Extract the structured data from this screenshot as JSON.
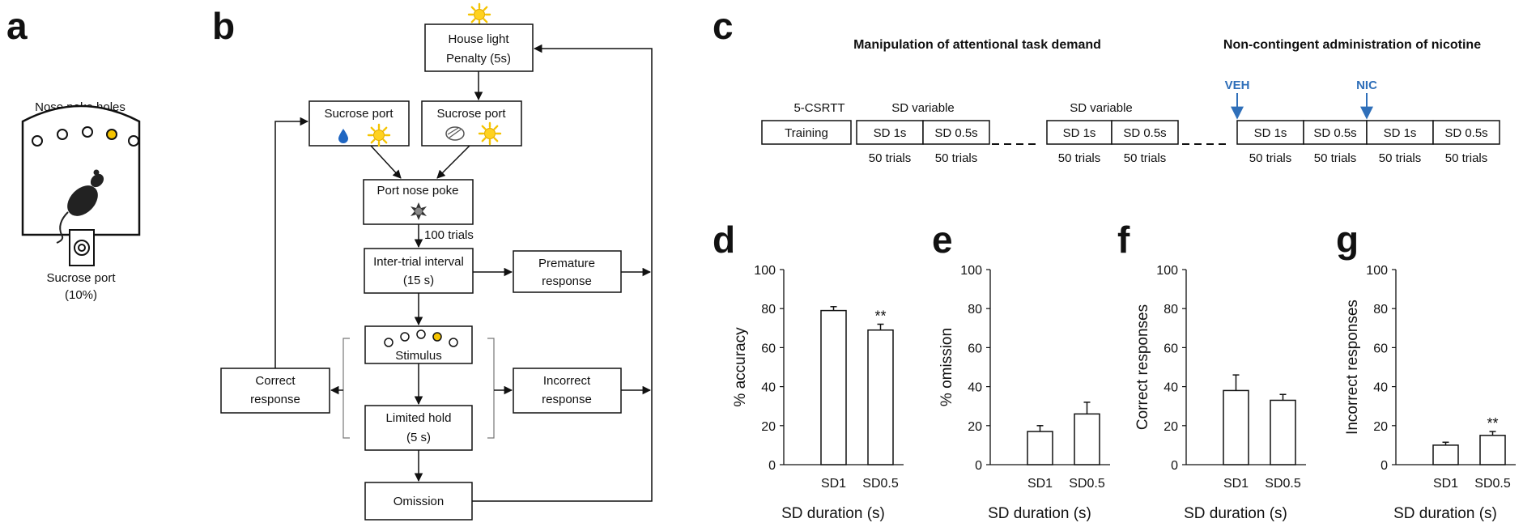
{
  "panels": {
    "a": {
      "letter": "a",
      "holes_label": "Nose poke holes",
      "port_label": "Sucrose port",
      "port_conc": "(10%)"
    },
    "b": {
      "letter": "b",
      "house_light": "House light",
      "penalty": "Penalty (5s)",
      "sucrose_port_left": "Sucrose port",
      "sucrose_port_right": "Sucrose port",
      "port_nose_poke": "Port nose poke",
      "trials_100": "100 trials",
      "iti": "Inter-trial interval",
      "iti_dur": "(15 s)",
      "premature_1": "Premature",
      "premature_2": "response",
      "stimulus": "Stimulus",
      "correct_1": "Correct",
      "correct_2": "response",
      "incorrect_1": "Incorrect",
      "incorrect_2": "response",
      "limited_hold": "Limited hold",
      "lh_dur": "(5 s)",
      "omission": "Omission",
      "icons": [
        "sun-icon",
        "water-drop-icon",
        "port-icon",
        "nose-poke-burst-icon"
      ],
      "colors": {
        "sun": "#f5c400",
        "drop": "#1f66c2",
        "stim_light": "#f5c400"
      }
    },
    "c": {
      "letter": "c",
      "heading_left": "Manipulation of attentional task demand",
      "heading_right": "Non-contingent administration of nicotine",
      "csrtt": "5-CSRTT",
      "training": "Training",
      "sd_variable_1": "SD variable",
      "sd_variable_2": "SD variable",
      "veh": "VEH",
      "nic": "NIC",
      "blocks": [
        "SD 1s",
        "SD 0.5s",
        "SD 1s",
        "SD 0.5s",
        "SD 1s",
        "SD 0.5s",
        "SD 1s",
        "SD 0.5s"
      ],
      "trial_labels": [
        "50 trials",
        "50 trials",
        "50 trials",
        "50 trials",
        "50 trials",
        "50 trials",
        "50 trials",
        "50 trials"
      ],
      "arrow_color": "#2f6fb9"
    }
  },
  "chart_data": [
    {
      "letter": "d",
      "type": "bar",
      "categories": [
        "SD1",
        "SD0.5"
      ],
      "values": [
        79,
        69
      ],
      "errors": [
        2,
        3
      ],
      "annotations": [
        "",
        "**"
      ],
      "ylabel": "% accuracy",
      "xlabel": "SD duration (s)",
      "ylim": [
        0,
        100
      ],
      "yticks": [
        "0",
        "20",
        "40",
        "60",
        "80",
        "100"
      ]
    },
    {
      "letter": "e",
      "type": "bar",
      "categories": [
        "SD1",
        "SD0.5"
      ],
      "values": [
        17,
        26
      ],
      "errors": [
        3,
        6
      ],
      "annotations": [
        "",
        ""
      ],
      "ylabel": "% omission",
      "xlabel": "SD duration (s)",
      "ylim": [
        0,
        100
      ],
      "yticks": [
        "0",
        "20",
        "40",
        "60",
        "80",
        "100"
      ]
    },
    {
      "letter": "f",
      "type": "bar",
      "categories": [
        "SD1",
        "SD0.5"
      ],
      "values": [
        38,
        33
      ],
      "errors": [
        8,
        3
      ],
      "annotations": [
        "",
        ""
      ],
      "ylabel": "Correct responses",
      "xlabel": "SD duration (s)",
      "ylim": [
        0,
        100
      ],
      "yticks": [
        "0",
        "20",
        "40",
        "60",
        "80",
        "100"
      ]
    },
    {
      "letter": "g",
      "type": "bar",
      "categories": [
        "SD1",
        "SD0.5"
      ],
      "values": [
        10,
        15
      ],
      "errors": [
        1.5,
        2
      ],
      "annotations": [
        "",
        "**"
      ],
      "ylabel": "Incorrect responses",
      "xlabel": "SD duration (s)",
      "ylim": [
        0,
        100
      ],
      "yticks": [
        "0",
        "20",
        "40",
        "60",
        "80",
        "100"
      ]
    }
  ]
}
